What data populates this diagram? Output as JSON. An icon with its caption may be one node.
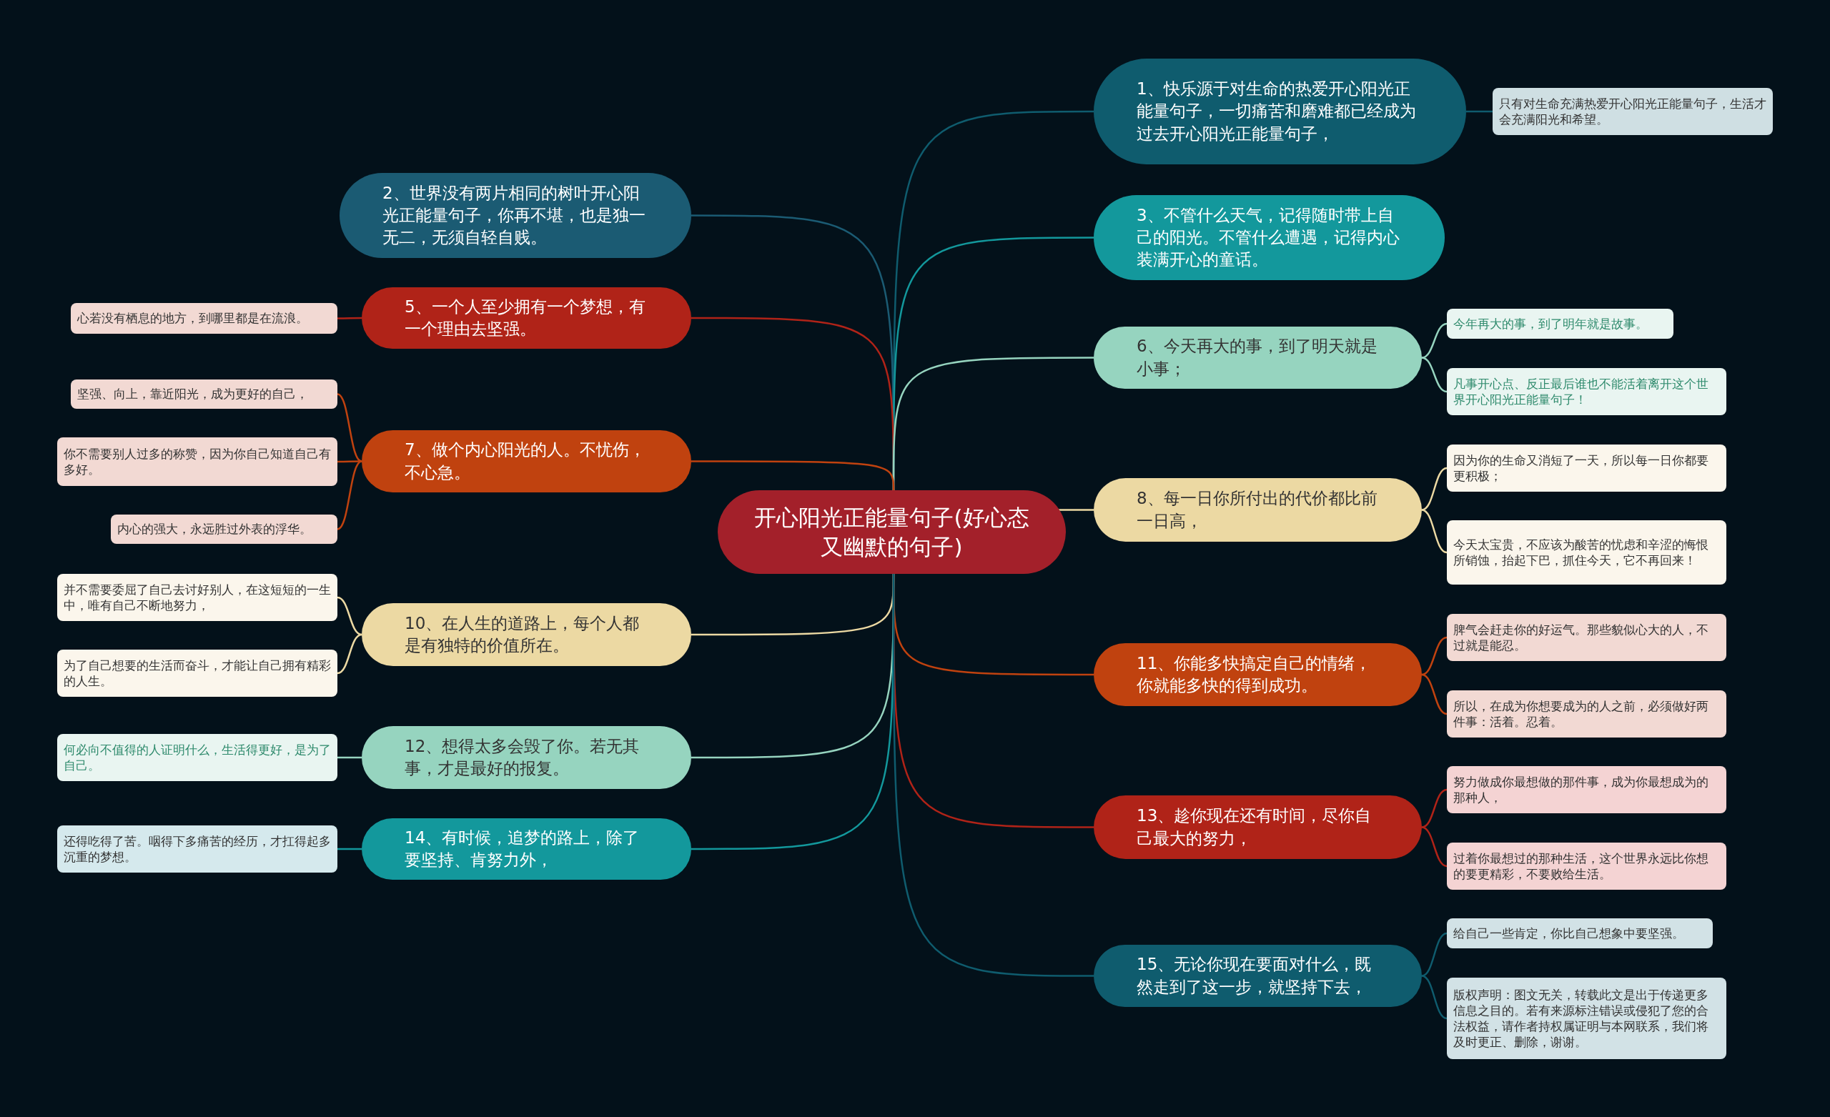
{
  "diagram": {
    "nodes": [
      {
        "text": [
          "开心阳光正能量句子(好心态又幽默的句子)"
        ]
      },
      {
        "text": [
          "1、快乐源于对生命的热爱开心阳光正能量句子，一切痛苦和磨难都已经成为过去开心阳光正能量句子，"
        ]
      },
      {
        "text": [
          "只有对生命充满热爱开心阳光正能量句子，生活才会充满阳光和希望。"
        ]
      },
      {
        "text": [
          "2、世界没有两片相同的树叶开心阳光正能量句子，你再不堪，也是独一无二，无须自轻自贱。"
        ]
      },
      {
        "text": [
          "3、不管什么天气，记得随时带上自己的阳光。不管什么遭遇，记得内心装满开心的童话。"
        ]
      },
      {
        "text": [
          "5、一个人至少拥有一个梦想，有一个理由去坚强。"
        ]
      },
      {
        "text": [
          "心若没有栖息的地方，到哪里都是在流浪。"
        ]
      },
      {
        "text": [
          "6、今天再大的事，到了明天就是小事；"
        ]
      },
      {
        "text": [
          "今年再大的事，到了明年就是故事。"
        ]
      },
      {
        "text": [
          "凡事开心点、反正最后谁也不能活着离开这个世界开心阳光正能量句子！"
        ]
      },
      {
        "text": [
          "7、做个内心阳光的人。不忧伤，不心急。"
        ]
      },
      {
        "text": [
          "坚强、向上，靠近阳光，成为更好的自己，"
        ]
      },
      {
        "text": [
          "你不需要别人过多的称赞，因为你自己知道自己有多好。"
        ]
      },
      {
        "text": [
          "内心的强大，永远胜过外表的浮华。"
        ]
      },
      {
        "text": [
          "8、每一日你所付出的代价都比前一日高，"
        ]
      },
      {
        "text": [
          "因为你的生命又消短了一天，所以每一日你都要更积极；"
        ]
      },
      {
        "text": [
          "今天太宝贵，不应该为酸苦的忧虑和辛涩的悔恨所销蚀，抬起下巴，抓住今天，它不再回来！"
        ]
      },
      {
        "text": [
          "10、在人生的道路上，每个人都是有独特的价值所在。"
        ]
      },
      {
        "text": [
          "并不需要委屈了自己去讨好别人，在这短短的一生中，唯有自己不断地努力，"
        ]
      },
      {
        "text": [
          "为了自己想要的生活而奋斗，才能让自己拥有精彩的人生。"
        ]
      },
      {
        "text": [
          "11、你能多快搞定自己的情绪，你就能多快的得到成功。"
        ]
      },
      {
        "text": [
          "脾气会赶走你的好运气。那些貌似心大的人，不过就是能忍。"
        ]
      },
      {
        "text": [
          "所以，在成为你想要成为的人之前，必须做好两件事：活着。忍着。"
        ]
      },
      {
        "text": [
          "12、想得太多会毁了你。若无其事，才是最好的报复。"
        ]
      },
      {
        "text": [
          "何必向不值得的人证明什么，生活得更好，是为了自己。"
        ]
      },
      {
        "text": [
          "13、趁你现在还有时间，尽你自己最大的努力，"
        ]
      },
      {
        "text": [
          "努力做成你最想做的那件事，成为你最想成为的那种人，"
        ]
      },
      {
        "text": [
          "过着你最想过的那种生活，这个世界永远比你想的要更精彩，不要败给生活。"
        ]
      },
      {
        "text": [
          "14、有时候，追梦的路上，除了要坚持、肯努力外，"
        ]
      },
      {
        "text": [
          "还得吃得了苦。咽得下多痛苦的经历，才扛得起多沉重的梦想。"
        ]
      },
      {
        "text": [
          "15、无论你现在要面对什么，既然走到了这一步，就坚持下去，"
        ]
      },
      {
        "text": [
          "给自己一些肯定，你比自己想象中要坚强。"
        ]
      },
      {
        "text": [
          "版权声明：图文无关，转载此文是出于传递更多信息之目的。若有来源标注错误或侵犯了您的合法权益，请作者持权属证明与本网联系，我们将及时更正、删除，谢谢。"
        ]
      }
    ],
    "edges": [
      {
        "from": 0,
        "to": 1,
        "arrow": "none",
        "color": "#0f5c6e"
      },
      {
        "from": 0,
        "to": 3,
        "arrow": "none",
        "color": "#1b5b73"
      },
      {
        "from": 0,
        "to": 4,
        "arrow": "none",
        "color": "#13989c"
      },
      {
        "from": 0,
        "to": 5,
        "arrow": "none",
        "color": "#b02318"
      },
      {
        "from": 0,
        "to": 7,
        "arrow": "none",
        "color": "#96d4bf"
      },
      {
        "from": 0,
        "to": 10,
        "arrow": "none",
        "color": "#c0420f"
      },
      {
        "from": 0,
        "to": 14,
        "arrow": "none",
        "color": "#ecd9a3"
      },
      {
        "from": 0,
        "to": 17,
        "arrow": "none",
        "color": "#ecd9a3"
      },
      {
        "from": 0,
        "to": 20,
        "arrow": "none",
        "color": "#c0420f"
      },
      {
        "from": 0,
        "to": 23,
        "arrow": "none",
        "color": "#96d4bf"
      },
      {
        "from": 0,
        "to": 25,
        "arrow": "none",
        "color": "#b02318"
      },
      {
        "from": 0,
        "to": 28,
        "arrow": "none",
        "color": "#13989c"
      },
      {
        "from": 0,
        "to": 30,
        "arrow": "none",
        "color": "#0f5c6e"
      },
      {
        "from": 1,
        "to": 2,
        "arrow": "none",
        "color": "#0f5c6e"
      },
      {
        "from": 5,
        "to": 6,
        "arrow": "none",
        "color": "#b02318"
      },
      {
        "from": 7,
        "to": 8,
        "arrow": "none",
        "color": "#96d4bf"
      },
      {
        "from": 7,
        "to": 9,
        "arrow": "none",
        "color": "#96d4bf"
      },
      {
        "from": 10,
        "to": 11,
        "arrow": "none",
        "color": "#c0420f"
      },
      {
        "from": 10,
        "to": 12,
        "arrow": "none",
        "color": "#c0420f"
      },
      {
        "from": 10,
        "to": 13,
        "arrow": "none",
        "color": "#c0420f"
      },
      {
        "from": 14,
        "to": 15,
        "arrow": "none",
        "color": "#ecd9a3"
      },
      {
        "from": 14,
        "to": 16,
        "arrow": "none",
        "color": "#ecd9a3"
      },
      {
        "from": 17,
        "to": 18,
        "arrow": "none",
        "color": "#ecd9a3"
      },
      {
        "from": 17,
        "to": 19,
        "arrow": "none",
        "color": "#ecd9a3"
      },
      {
        "from": 20,
        "to": 21,
        "arrow": "none",
        "color": "#c0420f"
      },
      {
        "from": 20,
        "to": 22,
        "arrow": "none",
        "color": "#c0420f"
      },
      {
        "from": 23,
        "to": 24,
        "arrow": "none",
        "color": "#96d4bf"
      },
      {
        "from": 25,
        "to": 26,
        "arrow": "none",
        "color": "#b02318"
      },
      {
        "from": 25,
        "to": 27,
        "arrow": "none",
        "color": "#b02318"
      },
      {
        "from": 28,
        "to": 29,
        "arrow": "none",
        "color": "#13989c"
      },
      {
        "from": 30,
        "to": 31,
        "arrow": "none",
        "color": "#0f5c6e"
      },
      {
        "from": 30,
        "to": 32,
        "arrow": "none",
        "color": "#0f5c6e"
      }
    ]
  }
}
